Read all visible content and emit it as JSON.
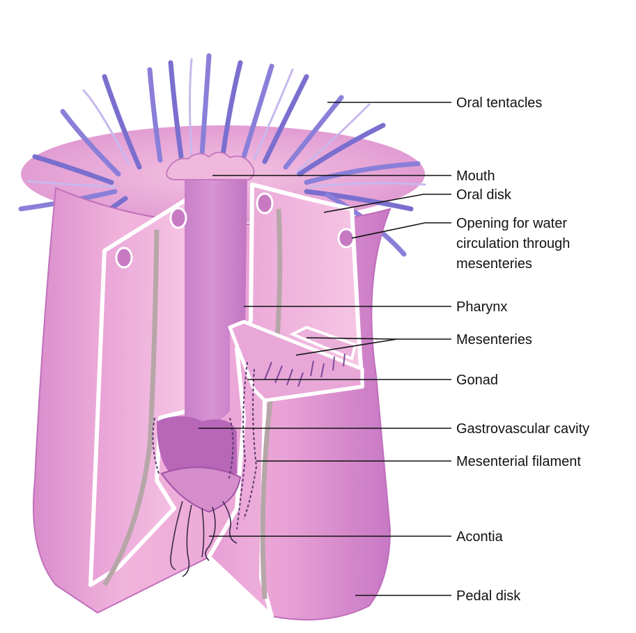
{
  "labels": {
    "oral_tentacles": "Oral tentacles",
    "mouth": "Mouth",
    "oral_disk": "Oral disk",
    "opening_line1": "Opening for water",
    "opening_line2": "circulation through",
    "opening_line3": "mesenteries",
    "pharynx": "Pharynx",
    "mesenteries": "Mesenteries",
    "gonad": "Gonad",
    "gastrovascular_cavity": "Gastrovascular cavity",
    "mesenterial_filament": "Mesenterial filament",
    "acontia": "Acontia",
    "pedal_disk": "Pedal disk"
  },
  "colors": {
    "body_light": "#f2b6dc",
    "body_mid": "#e39ad0",
    "body_dark": "#b866b8",
    "tentacle": "#7a6fcf",
    "tentacle_light": "#c7b8ee",
    "mesentery_strip": "#b7a6a8",
    "cut_edge": "#ffffff"
  }
}
